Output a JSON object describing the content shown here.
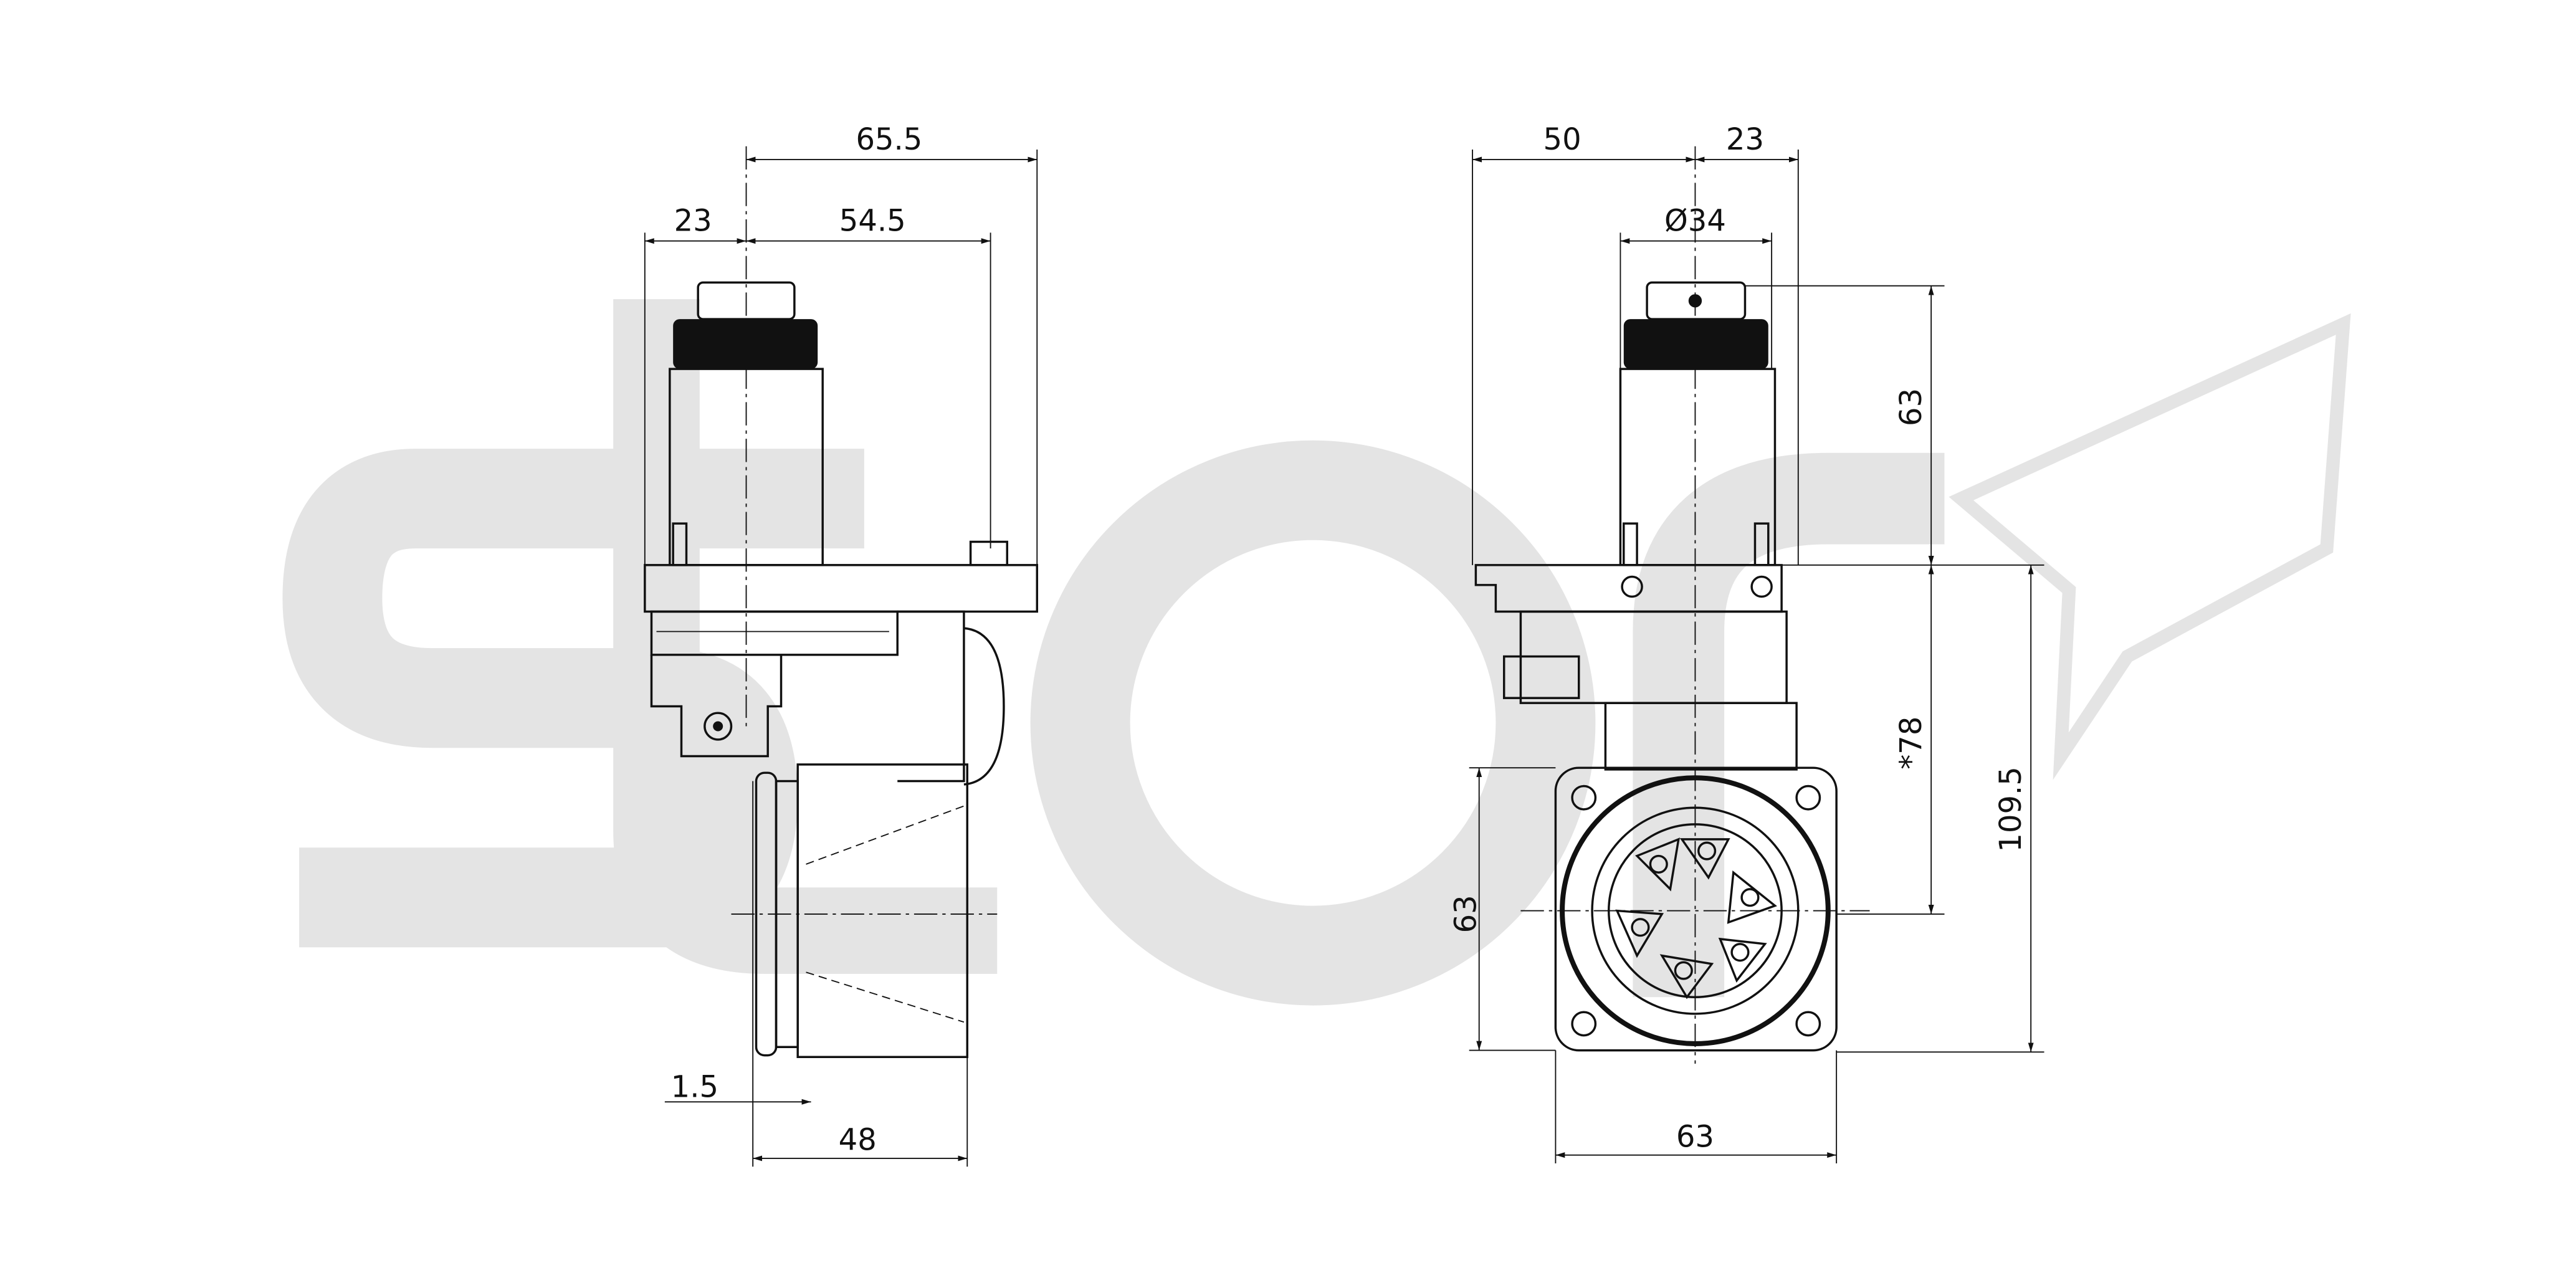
{
  "drawing": {
    "watermark_logo_text": "star",
    "side_view": {
      "dim_overall_width": "65.5",
      "dim_offset": "23",
      "dim_body_width": "54.5",
      "dim_flange_thickness": "1.5",
      "dim_housing_depth": "48"
    },
    "front_view": {
      "dim_left_offset": "50",
      "dim_right_offset": "23",
      "dim_shank_diameter": "Ø34",
      "dim_shank_height": "63",
      "dim_center_height": "*78",
      "dim_total_height": "109.5",
      "dim_housing_height": "63",
      "dim_housing_width": "63"
    },
    "colors": {
      "line": "#111111",
      "watermark": "#e4e4e4"
    }
  }
}
